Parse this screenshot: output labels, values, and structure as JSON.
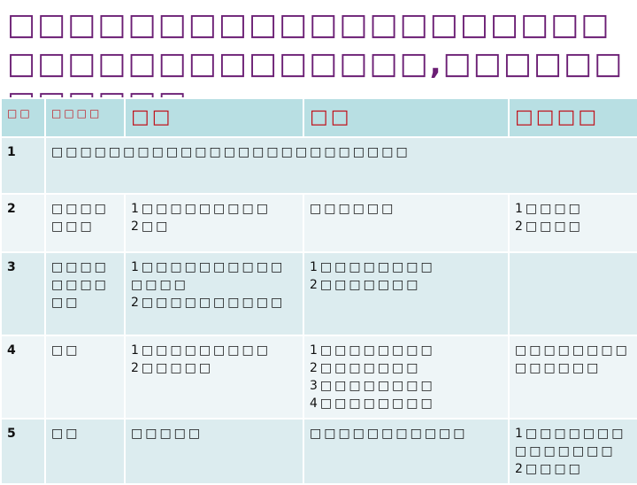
{
  "title": "□□□□□□□□□□□□□□□□□□□□□□□□□□□□□□□□□□,□□□□□□□□□□□□",
  "table": {
    "headers": [
      "□□",
      "□□□□",
      "□□",
      "□□",
      "□□□□"
    ],
    "rows": [
      {
        "no": "1",
        "merged": "□□□□□□□□□□□□□□□□□□□□□□□□□"
      },
      {
        "no": "2",
        "c1": [
          "□□□□□□□"
        ],
        "c2": [
          "1□□□□□□□□□",
          "2□□"
        ],
        "c3": [
          "□□□□□□"
        ],
        "c4": [
          "1□□□□",
          "2□□□□"
        ]
      },
      {
        "no": "3",
        "c1": [
          "□□□□□□□□□□"
        ],
        "c2": [
          "1□□□□□□□□□□□□□□",
          "2□□□□□□□□□□"
        ],
        "c3": [
          "1□□□□□□□□",
          "2□□□□□□□"
        ],
        "c4": []
      },
      {
        "no": "4",
        "c1": [
          "□□"
        ],
        "c2": [
          "1□□□□□□□□□",
          "2□□□□□"
        ],
        "c3": [
          "1□□□□□□□□",
          "2□□□□□□□",
          "3□□□□□□□□",
          "4□□□□□□□□"
        ],
        "c4": [
          "□□□□□□□□□□□□□□"
        ]
      },
      {
        "no": "5",
        "c1": [
          "□□"
        ],
        "c2": [
          "□□□□□"
        ],
        "c3": [
          "□□□□□□□□□□□"
        ],
        "c4": [
          "1□□□□□□□□□□□□□□",
          "2□□□□"
        ]
      }
    ]
  }
}
